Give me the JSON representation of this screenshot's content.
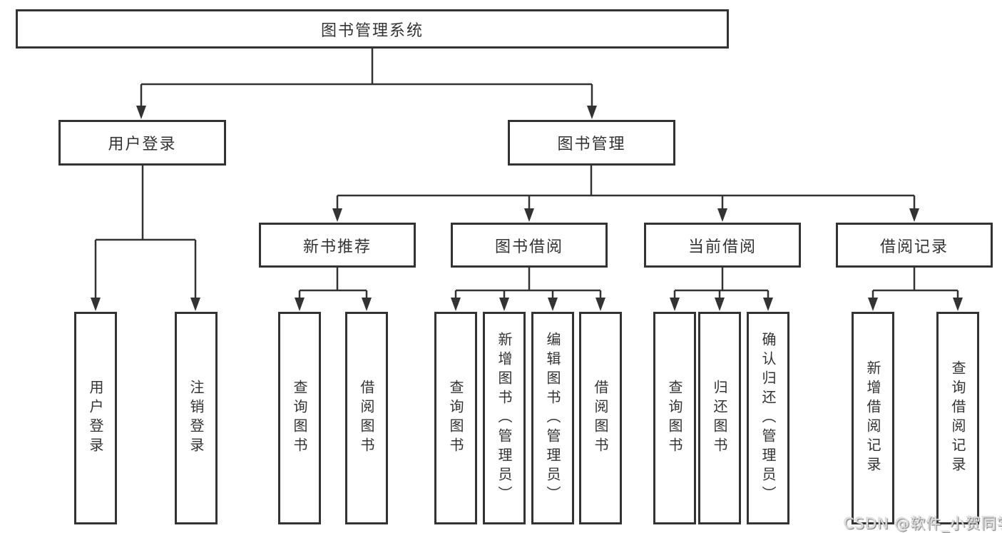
{
  "diagram": {
    "title": "图书管理系统",
    "root": {
      "label": "图书管理系统"
    },
    "level2": [
      {
        "label": "用户登录"
      },
      {
        "label": "图书管理"
      }
    ],
    "level3": [
      {
        "label": "新书推荐",
        "parent": "图书管理"
      },
      {
        "label": "图书借阅",
        "parent": "图书管理"
      },
      {
        "label": "当前借阅",
        "parent": "图书管理"
      },
      {
        "label": "借阅记录",
        "parent": "图书管理"
      }
    ],
    "leaves": [
      {
        "label": "用户登录",
        "parent": "用户登录"
      },
      {
        "label": "注销登录",
        "parent": "用户登录"
      },
      {
        "label": "查询图书",
        "parent": "新书推荐"
      },
      {
        "label": "借阅图书",
        "parent": "新书推荐"
      },
      {
        "label": "查询图书",
        "parent": "图书借阅"
      },
      {
        "label": "新增图书（管理员）",
        "parent": "图书借阅"
      },
      {
        "label": "编辑图书（管理员）",
        "parent": "图书借阅"
      },
      {
        "label": "借阅图书",
        "parent": "图书借阅"
      },
      {
        "label": "查询图书",
        "parent": "当前借阅"
      },
      {
        "label": "归还图书",
        "parent": "当前借阅"
      },
      {
        "label": "确认归还（管理员）",
        "parent": "当前借阅"
      },
      {
        "label": "新增借阅记录",
        "parent": "借阅记录"
      },
      {
        "label": "查询借阅记录",
        "parent": "借阅记录"
      }
    ]
  },
  "watermark": {
    "text": "CSDN @软件_小贺同学"
  },
  "colors": {
    "line": "#333333",
    "border": "#333333",
    "text": "#333333",
    "background": "#ffffff",
    "watermark": "#dedede"
  }
}
